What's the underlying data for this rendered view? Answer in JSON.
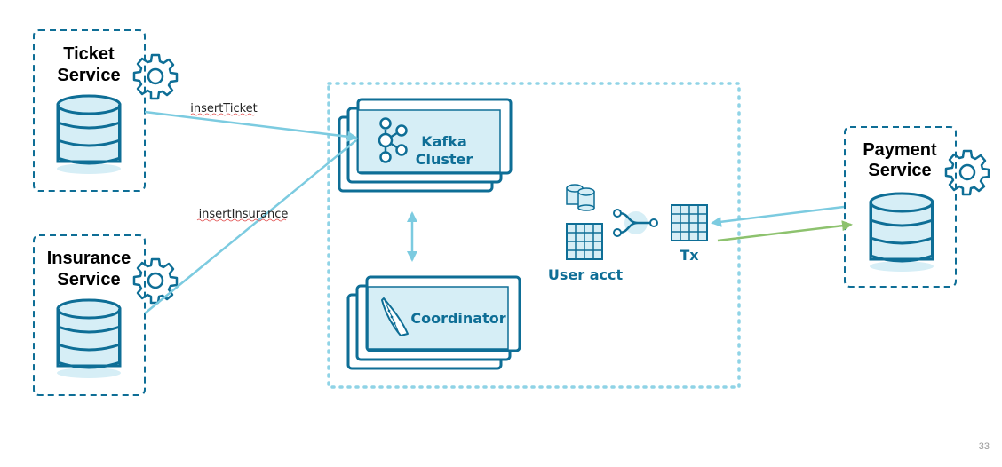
{
  "services": {
    "ticket": {
      "line1": "Ticket",
      "line2": "Service"
    },
    "insurance": {
      "line1": "Insurance",
      "line2": "Service"
    },
    "payment": {
      "line1": "Payment",
      "line2": "Service"
    }
  },
  "edges": {
    "insert_ticket": "insertTicket",
    "insert_insurance": "insertInsurance"
  },
  "cluster": {
    "kafka": {
      "line1": "Kafka",
      "line2": "Cluster"
    },
    "coordinator": "Coordinator",
    "user_acct": "User acct",
    "tx": "Tx"
  },
  "slide_number": "33",
  "colors": {
    "primary": "#0e6e96",
    "fill": "#d6eef6",
    "dotted_border": "#8fd3e6",
    "arrow_blue": "#7ccbe0",
    "arrow_green": "#8dc26e"
  },
  "icons": [
    "gear-icon",
    "database-icon",
    "kafka-icon",
    "boat-icon",
    "table-icon",
    "stream-processor-icon",
    "cylinder-icon"
  ]
}
